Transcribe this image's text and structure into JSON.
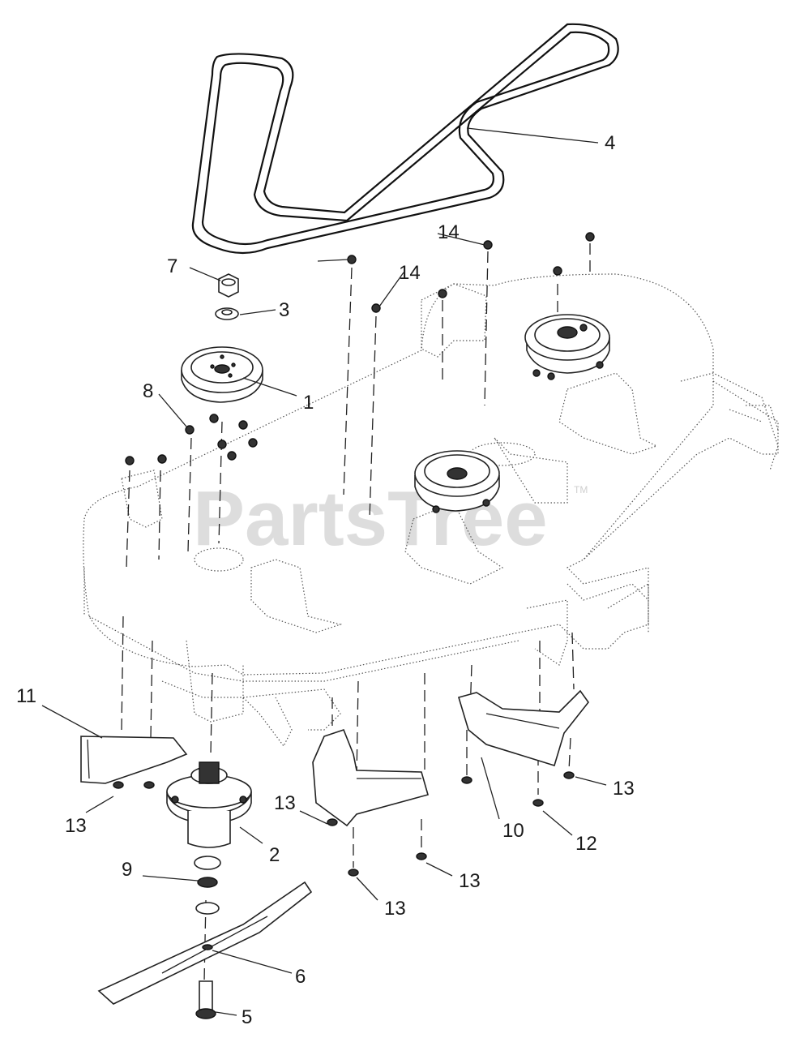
{
  "watermark": {
    "text": "PartsTree",
    "tm": "TM"
  },
  "callouts": [
    {
      "id": "c1",
      "label": "1"
    },
    {
      "id": "c2",
      "label": "2"
    },
    {
      "id": "c3",
      "label": "3"
    },
    {
      "id": "c4",
      "label": "4"
    },
    {
      "id": "c5",
      "label": "5"
    },
    {
      "id": "c6",
      "label": "6"
    },
    {
      "id": "c7",
      "label": "7"
    },
    {
      "id": "c8",
      "label": "8"
    },
    {
      "id": "c9",
      "label": "9"
    },
    {
      "id": "c10",
      "label": "10"
    },
    {
      "id": "c11",
      "label": "11"
    },
    {
      "id": "c12",
      "label": "12"
    },
    {
      "id": "c13a",
      "label": "13"
    },
    {
      "id": "c13b",
      "label": "13"
    },
    {
      "id": "c13c",
      "label": "13"
    },
    {
      "id": "c13d",
      "label": "13"
    },
    {
      "id": "c13e",
      "label": "13"
    },
    {
      "id": "c14a",
      "label": "14"
    },
    {
      "id": "c14b",
      "label": "14"
    }
  ]
}
